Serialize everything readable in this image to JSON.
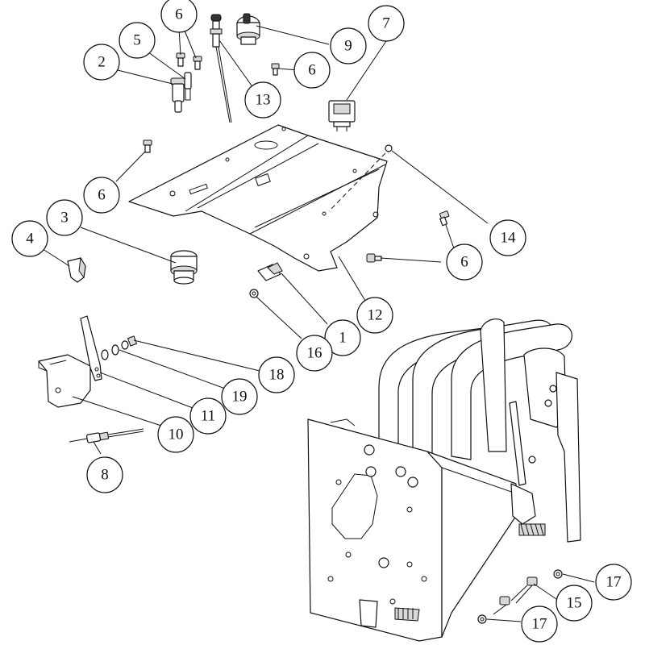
{
  "callouts": [
    {
      "id": "c1",
      "label": "1"
    },
    {
      "id": "c2",
      "label": "2"
    },
    {
      "id": "c3",
      "label": "3"
    },
    {
      "id": "c4",
      "label": "4"
    },
    {
      "id": "c5",
      "label": "5"
    },
    {
      "id": "c6a",
      "label": "6"
    },
    {
      "id": "c6b",
      "label": "6"
    },
    {
      "id": "c6c",
      "label": "6"
    },
    {
      "id": "c6d",
      "label": "6"
    },
    {
      "id": "c7",
      "label": "7"
    },
    {
      "id": "c8",
      "label": "8"
    },
    {
      "id": "c9",
      "label": "9"
    },
    {
      "id": "c10",
      "label": "10"
    },
    {
      "id": "c11",
      "label": "11"
    },
    {
      "id": "c12",
      "label": "12"
    },
    {
      "id": "c13",
      "label": "13"
    },
    {
      "id": "c14",
      "label": "14"
    },
    {
      "id": "c15",
      "label": "15"
    },
    {
      "id": "c16",
      "label": "16"
    },
    {
      "id": "c17a",
      "label": "17"
    },
    {
      "id": "c17b",
      "label": "17"
    },
    {
      "id": "c18",
      "label": "18"
    },
    {
      "id": "c19",
      "label": "19"
    }
  ]
}
